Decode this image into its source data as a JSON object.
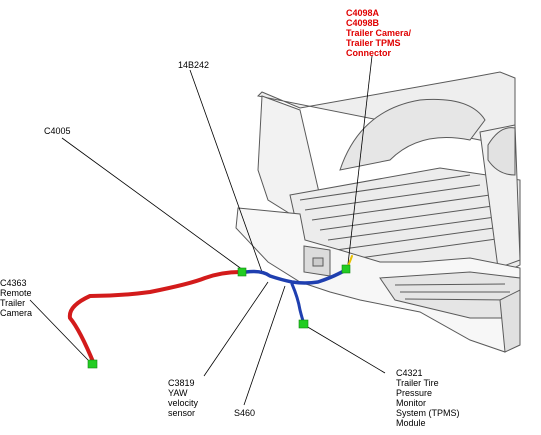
{
  "labels": {
    "connector_c4098": [
      "C4098A",
      "C4098B",
      "Trailer Camera/",
      "Trailer TPMS",
      "Connector"
    ],
    "part_14b242": "14B242",
    "connector_c4005": "C4005",
    "connector_c4363": [
      "C4363",
      "Remote",
      "Trailer",
      "Camera"
    ],
    "connector_c3819": [
      "C3819",
      "YAW",
      "velocity",
      "sensor"
    ],
    "splice_s460": "S460",
    "connector_c4321": [
      "C4321",
      "Trailer Tire",
      "Pressure",
      "Monitor",
      "System (TPMS)",
      "Module"
    ]
  },
  "colors": {
    "harness_red": "#d31b1b",
    "harness_blue": "#1f3fb0",
    "connector_green": "#22cc22",
    "connector_yellow": "#e8c000",
    "highlight_label": "#e00000",
    "truck_outline": "#555555",
    "truck_fill": "#f4f4f4"
  },
  "icons": [
    "truck-bed-illustration",
    "wiring-harness",
    "connector-icon"
  ]
}
